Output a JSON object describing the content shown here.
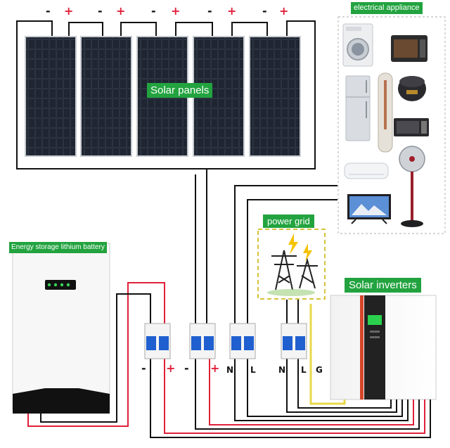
{
  "labels": {
    "solar_panels": "Solar panels",
    "electrical_appliance": "electrical appliance",
    "power_grid": "power grid",
    "battery": "Energy storage lithium battery",
    "inverter": "Solar inverters"
  },
  "panel_polarity": {
    "neg": "-",
    "pos": "+"
  },
  "breaker_terminals": {
    "neg": "-",
    "pos": "+",
    "n": "N",
    "l": "L",
    "g": "G"
  },
  "appliances": [
    "washing-machine",
    "oven",
    "refrigerator",
    "air-tower",
    "rice-cooker",
    "microwave",
    "air-conditioner",
    "fan",
    "television"
  ],
  "colors": {
    "label_green": "#22a33f",
    "positive_wire": "#e0203a",
    "negative_wire": "#111111",
    "ground_wire": "#e8d84a",
    "grid_border": "#d7c23c",
    "breaker_blue": "#1f5fd0",
    "inverter_accent": "#d6452a"
  }
}
